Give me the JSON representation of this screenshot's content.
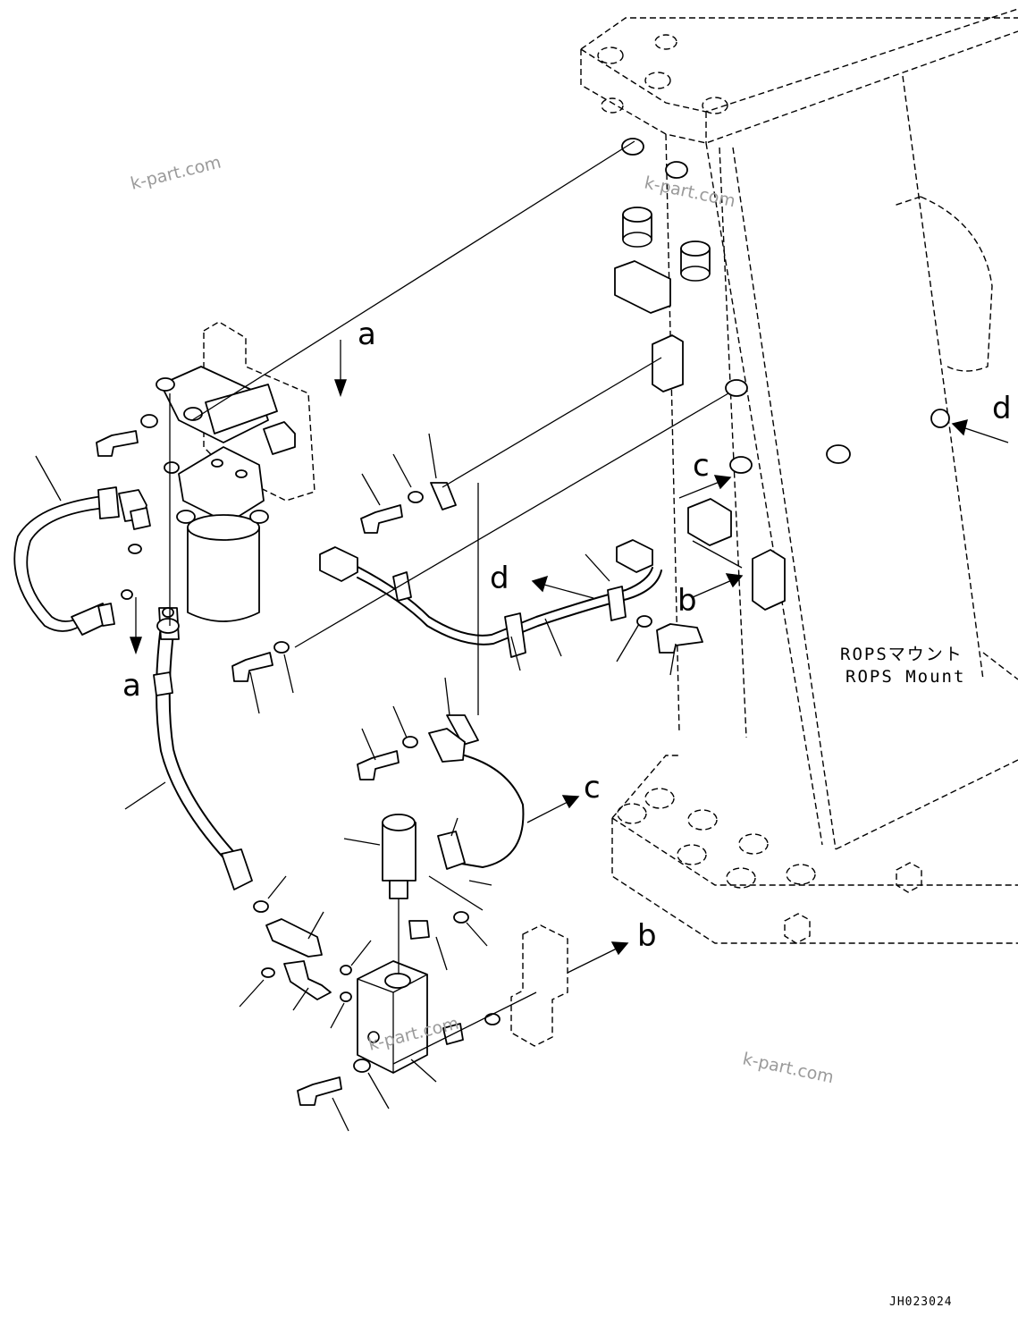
{
  "reference_letters": {
    "a_top": "a",
    "a_bottom": "a",
    "b_left": "b",
    "b_right": "b",
    "c_left": "c",
    "c_right": "c",
    "d_left": "d",
    "d_right": "d"
  },
  "mount_label": {
    "japanese": "ROPSマウント",
    "english": "ROPS Mount"
  },
  "drawing_code": "JH023024",
  "watermarks": [
    "k-part.com",
    "k-part.com",
    "k-part.com",
    "k-part.com"
  ]
}
